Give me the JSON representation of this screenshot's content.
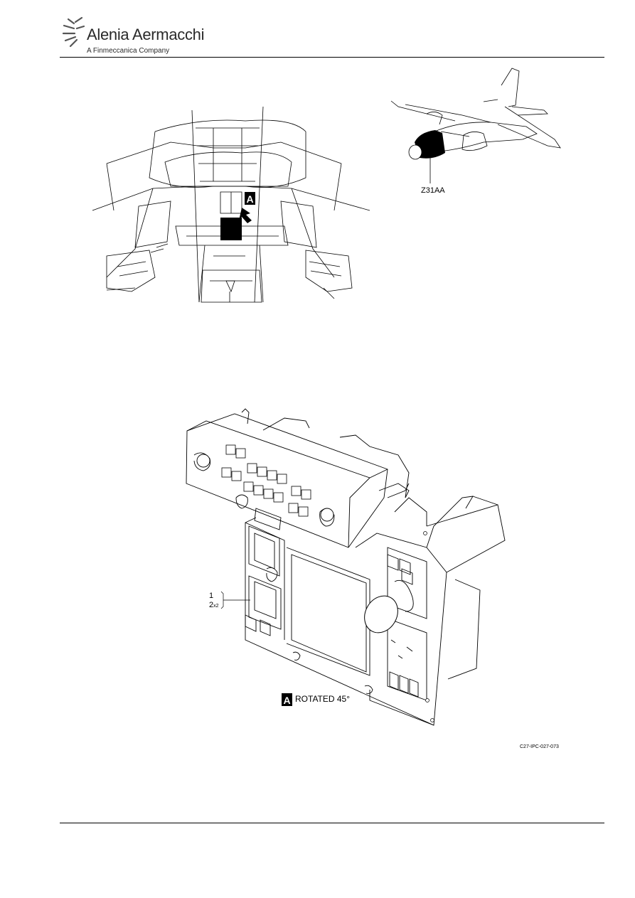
{
  "header": {
    "brand_name": "Alenia Aermacchi",
    "brand_subtitle": "A Finmeccanica Company"
  },
  "locator": {
    "zone_label": "Z31AA",
    "view_marker": "A"
  },
  "detail": {
    "view_marker": "A",
    "view_caption": "ROTATED 45°",
    "item_1": "1",
    "item_2_number": "2",
    "item_2_qty": "x2"
  },
  "figure_code": "C27-IPC-027-073"
}
